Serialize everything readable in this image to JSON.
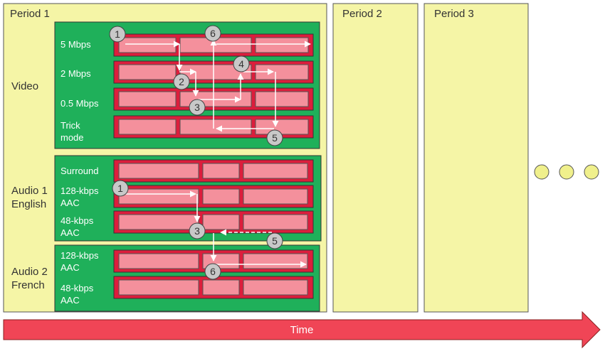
{
  "periods": [
    {
      "label": "Period 1"
    },
    {
      "label": "Period 2"
    },
    {
      "label": "Period 3"
    }
  ],
  "groups": {
    "video": {
      "label_lines": [
        "Video"
      ],
      "tracks": [
        {
          "label_lines": [
            "5 Mbps"
          ]
        },
        {
          "label_lines": [
            "2 Mbps"
          ]
        },
        {
          "label_lines": [
            "0.5 Mbps"
          ]
        },
        {
          "label_lines": [
            "Trick",
            "mode"
          ]
        }
      ]
    },
    "audio1": {
      "label_lines": [
        "Audio 1",
        "English"
      ],
      "tracks": [
        {
          "label_lines": [
            "Surround"
          ]
        },
        {
          "label_lines": [
            "128-kbps",
            "AAC"
          ]
        },
        {
          "label_lines": [
            "48-kbps",
            "AAC"
          ]
        }
      ]
    },
    "audio2": {
      "label_lines": [
        "Audio 2",
        "French"
      ],
      "tracks": [
        {
          "label_lines": [
            "128-kbps",
            "AAC"
          ]
        },
        {
          "label_lines": [
            "48-kbps",
            "AAC"
          ]
        }
      ]
    }
  },
  "markers": {
    "video": [
      "1",
      "2",
      "3",
      "4",
      "5",
      "6"
    ],
    "audio1": [
      "1",
      "3",
      "5"
    ],
    "audio2": [
      "6"
    ]
  },
  "time_label": "Time",
  "colors": {
    "period_fill": "#f5f5a6",
    "group_fill": "#1fb05a",
    "track_fill": "#dc1e3c",
    "segment_fill": "#f4909c",
    "arrow_fill": "#f04556",
    "marker_fill": "#c8c8c8",
    "dot_fill": "#f0f08c"
  }
}
